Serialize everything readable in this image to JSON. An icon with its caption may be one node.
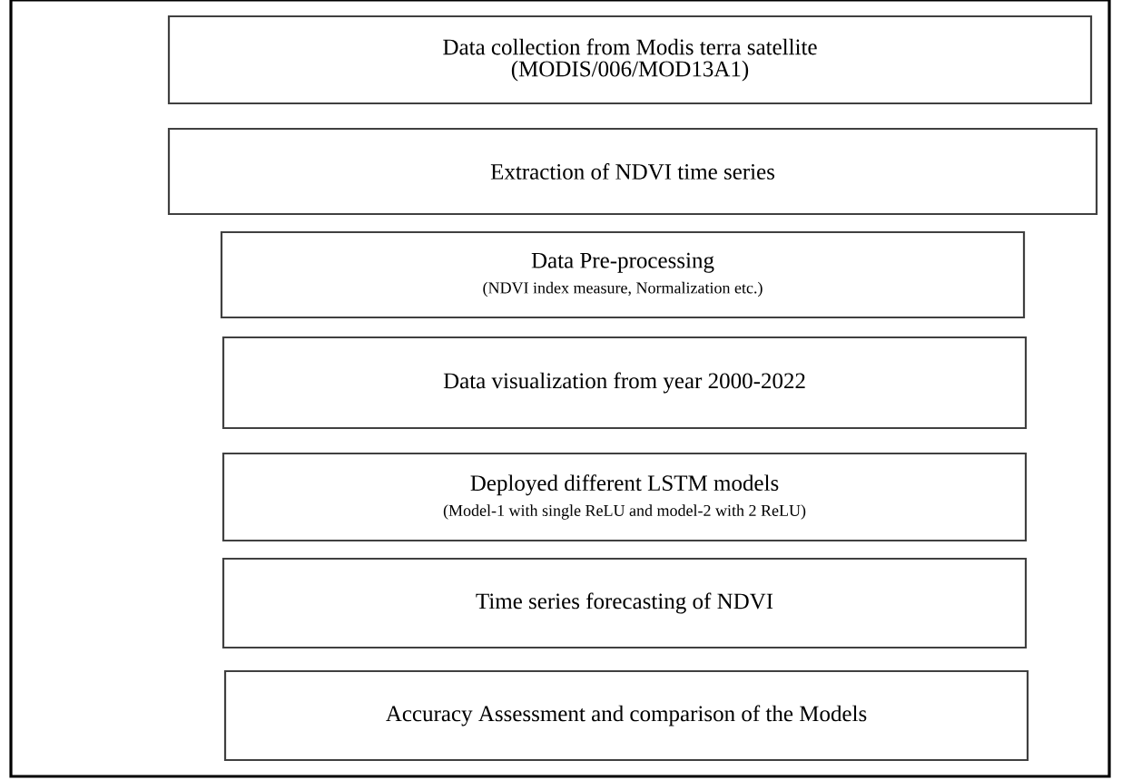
{
  "diagram": {
    "nodes": [
      {
        "text": [
          "Data collection from Modis terra satellite (MODIS/006/MOD13A1)"
        ]
      },
      {
        "text": [
          "Extraction of NDVI time series"
        ]
      },
      {
        "text": [
          "Data Pre-processing",
          "(NDVI index measure, Normalization etc.)"
        ]
      },
      {
        "text": [
          "Data visualization from year 2000-2022"
        ]
      },
      {
        "text": [
          "Deployed different LSTM models",
          "(Model-1 with single ReLU and model-2 with 2 ReLU)"
        ]
      },
      {
        "text": [
          "Time series forecasting of NDVI"
        ]
      },
      {
        "text": [
          "Accuracy Assessment and comparison of the Models"
        ]
      }
    ]
  }
}
